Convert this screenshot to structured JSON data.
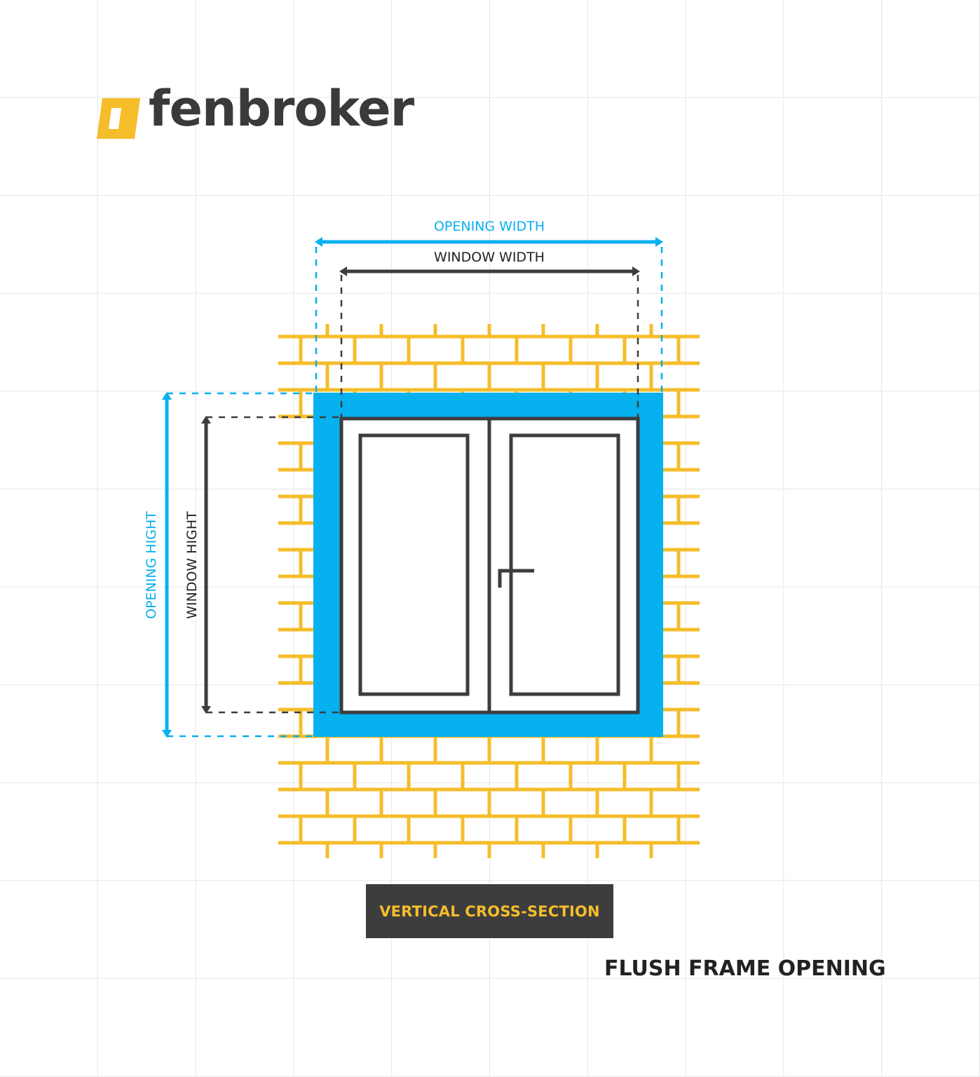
{
  "brand": {
    "name": "fenbroker",
    "accent_color": "#f5bd2a",
    "text_color": "#3a3a3a"
  },
  "dimensions": {
    "opening_width": "OPENING WIDTH",
    "window_width": "WINDOW WIDTH",
    "opening_height": "OPENING HIGHT",
    "window_height": "WINDOW HIGHT"
  },
  "section_label": "VERTICAL CROSS-SECTION",
  "caption": "FLUSH FRAME OPENING",
  "colors": {
    "opening": "#07b0ef",
    "window": "#3d3d3d",
    "brick": "#f5bd2a",
    "background": "#ffffff"
  }
}
